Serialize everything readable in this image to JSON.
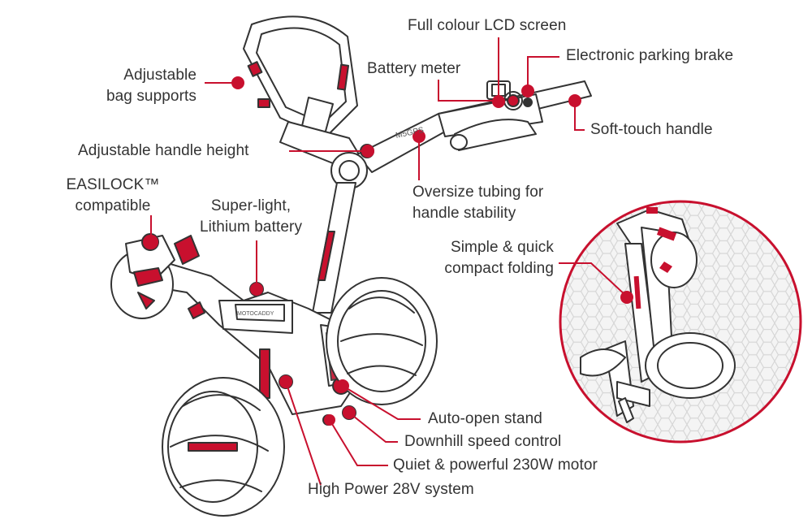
{
  "colors": {
    "accent": "#c8102e",
    "line": "#333333",
    "text": "#333333",
    "background": "#ffffff"
  },
  "labels": {
    "bag_supports": [
      "Adjustable",
      "bag supports"
    ],
    "lcd_screen": "Full colour LCD screen",
    "battery_meter": "Battery meter",
    "parking_brake": "Electronic parking brake",
    "handle_height": "Adjustable handle height",
    "soft_touch_handle": "Soft-touch handle",
    "easilock": [
      "EASILOCK™",
      "compatible"
    ],
    "lithium_battery": [
      "Super-light,",
      "Lithium battery"
    ],
    "oversize_tubing": [
      "Oversize tubing for",
      "handle stability"
    ],
    "compact_folding": [
      "Simple & quick",
      "compact folding"
    ],
    "auto_open_stand": "Auto-open stand",
    "downhill_control": "Downhill speed control",
    "motor": "Quiet & powerful 230W motor",
    "power_system": "High Power 28V system"
  },
  "product": {
    "model_mark": "M5GPS",
    "battery_brand": "MOTOCADDY"
  }
}
